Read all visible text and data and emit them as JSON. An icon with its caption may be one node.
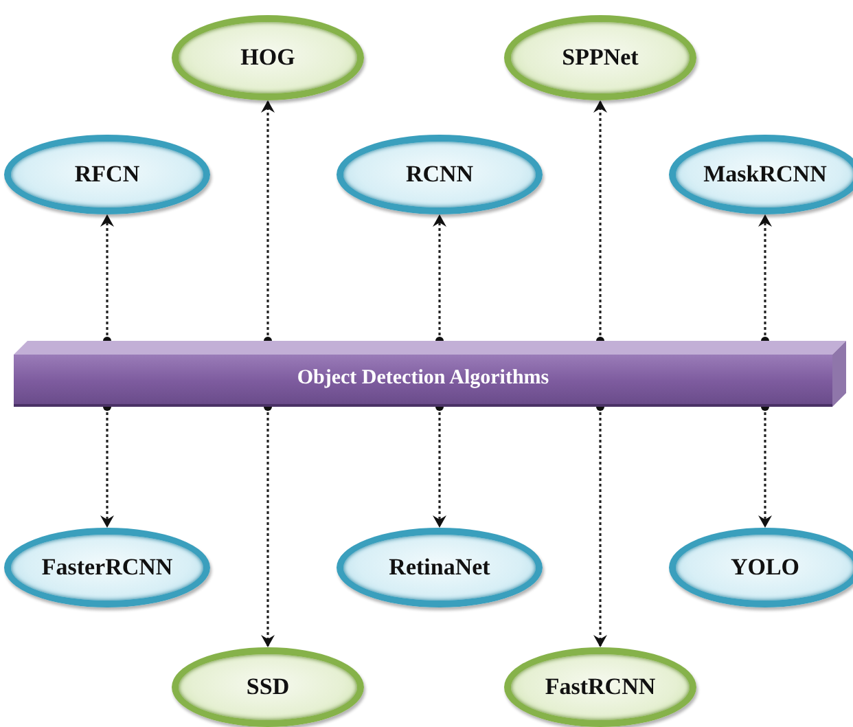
{
  "diagram": {
    "nodes": [
      {
        "text": [
          "HOG"
        ]
      },
      {
        "text": [
          "SPPNet"
        ]
      },
      {
        "text": [
          "RFCN"
        ]
      },
      {
        "text": [
          "RCNN"
        ]
      },
      {
        "text": [
          "MaskRCNN"
        ]
      },
      {
        "text": [
          "Object Detection Algorithms"
        ]
      },
      {
        "text": [
          "FasterRCNN"
        ]
      },
      {
        "text": [
          "RetinaNet"
        ]
      },
      {
        "text": [
          "YOLO"
        ]
      },
      {
        "text": [
          "SSD"
        ]
      },
      {
        "text": [
          "FastRCNN"
        ]
      }
    ],
    "edges": [
      {
        "from": 5,
        "to": 0,
        "arrow": "to",
        "style": "dashed"
      },
      {
        "from": 5,
        "to": 1,
        "arrow": "to",
        "style": "dashed"
      },
      {
        "from": 5,
        "to": 2,
        "arrow": "to",
        "style": "dashed"
      },
      {
        "from": 5,
        "to": 3,
        "arrow": "to",
        "style": "dashed"
      },
      {
        "from": 5,
        "to": 4,
        "arrow": "to",
        "style": "dashed"
      },
      {
        "from": 5,
        "to": 6,
        "arrow": "to",
        "style": "dashed"
      },
      {
        "from": 5,
        "to": 7,
        "arrow": "to",
        "style": "dashed"
      },
      {
        "from": 5,
        "to": 8,
        "arrow": "to",
        "style": "dashed"
      },
      {
        "from": 5,
        "to": 9,
        "arrow": "to",
        "style": "dashed"
      },
      {
        "from": 5,
        "to": 10,
        "arrow": "to",
        "style": "dashed"
      }
    ]
  }
}
